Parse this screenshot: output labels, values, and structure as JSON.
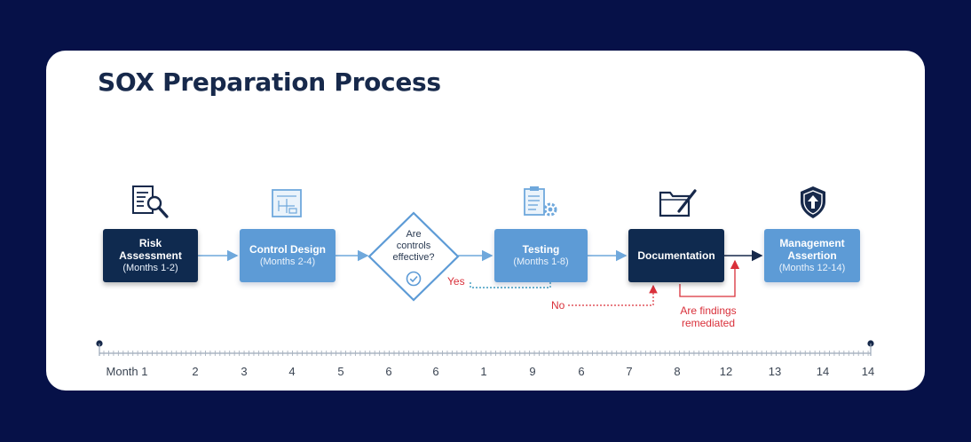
{
  "title": "SOX Preparation Process",
  "icons": [
    "report-search-icon",
    "blueprint-icon",
    "checklist-gear-icon",
    "folder-pen-icon",
    "shield-arrow-icon"
  ],
  "colors": {
    "background": "#061148",
    "dark_box": "#0f2a4f",
    "light_box": "#5d9bd6",
    "arrow": "#6fa8dc",
    "red": "#d9303a"
  },
  "steps": {
    "risk": {
      "label": "Risk\nAssessment",
      "sub": "(Months 1-2)"
    },
    "control": {
      "label": "Control Design",
      "sub": "(Months 2-4)"
    },
    "testing": {
      "label": "Testing",
      "sub": "(Months 1-8)"
    },
    "documentation": {
      "label": "Documentation"
    },
    "assertion": {
      "label": "Management\nAssertion",
      "sub": "(Months 12-14)"
    }
  },
  "decision": {
    "question": "Are\ncontrols\neffective?",
    "yes": "Yes",
    "no": "No"
  },
  "remediation": {
    "label": "Are findings\nremediated"
  },
  "timeline": {
    "labels": [
      "Month 1",
      "2",
      "3",
      "4",
      "5",
      "6",
      "6",
      "1",
      "9",
      "6",
      "7",
      "8",
      "12",
      "13",
      "14",
      "14"
    ]
  }
}
